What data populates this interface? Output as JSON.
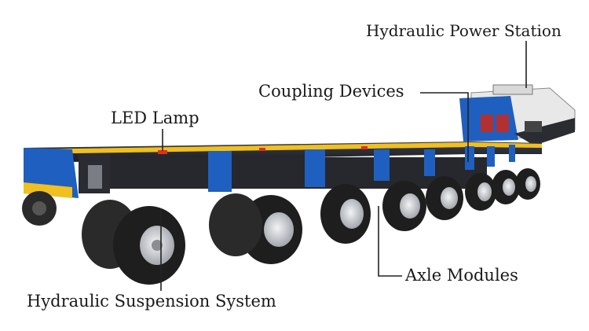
{
  "callouts": {
    "power_station": "Hydraulic Power Station",
    "coupling": "Coupling Devices",
    "led_lamp": "LED Lamp",
    "axle_modules": "Axle Modules",
    "suspension": "Hydraulic Suspension System"
  },
  "colors": {
    "frame_blue": "#1f5fbf",
    "deck_dark": "#2c2f36",
    "tire": "#1e1e1e",
    "rim": "#c9ccd1",
    "led_red": "#e03020",
    "accent_yellow": "#f0c020",
    "leader_line": "#222222"
  }
}
